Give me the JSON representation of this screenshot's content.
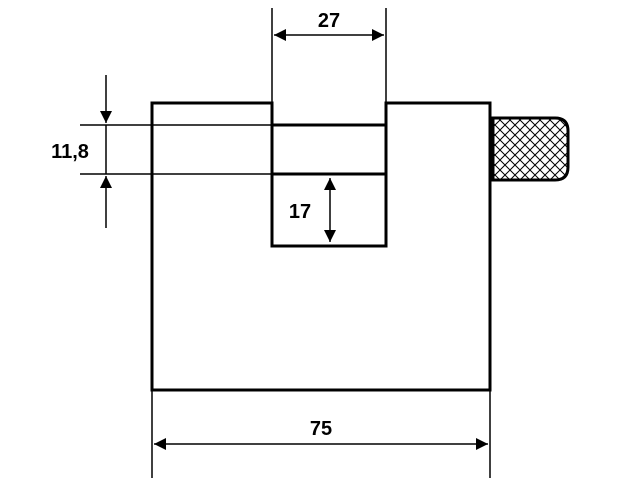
{
  "diagram": {
    "colors": {
      "stroke": "#000000",
      "background": "#ffffff"
    },
    "dimensions": {
      "slot_width": "27",
      "top_block_height": "11,8",
      "inner_opening_height": "17",
      "body_width": "75"
    },
    "icons": {
      "knurled_knob": "knurled-knob-icon"
    }
  }
}
